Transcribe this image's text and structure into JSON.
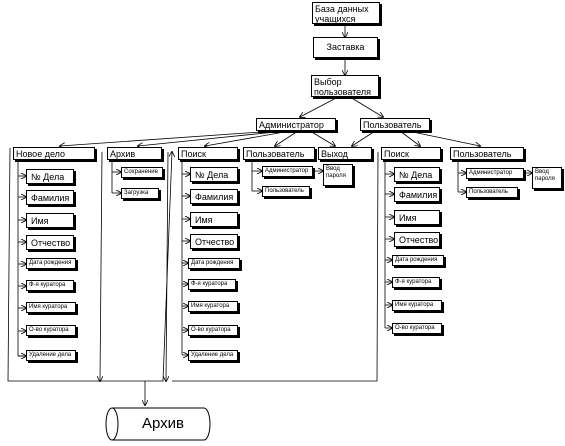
{
  "nodes": {
    "database": "База данных учащихся",
    "splash": "Заставка",
    "select_user": "Выбор пользователя",
    "administrator": "Администратор",
    "user": "Пользователь",
    "new_case": "Новое дело",
    "archive": "Архив",
    "search": "Поиск",
    "users": "Пользователь",
    "exit": "Выход",
    "search2": "Поиск",
    "users2": "Пользователь",
    "case_number": "№ Дела",
    "surname": "Фамилия",
    "first_name": "Имя",
    "patronymic": "Отчество",
    "birth_date": "Дата рождения",
    "curator_surname": "Ф-я куратора",
    "curator_name": "Имя куратора",
    "curator_patronymic": "О-во куратора",
    "delete_case": "Удаление дела",
    "save": "Сохранение",
    "load": "Загрузка",
    "admin_sub": "Администратор",
    "user_sub": "Пользователь",
    "enter_password": "Ввод пароля",
    "archive_storage": "Архив"
  }
}
